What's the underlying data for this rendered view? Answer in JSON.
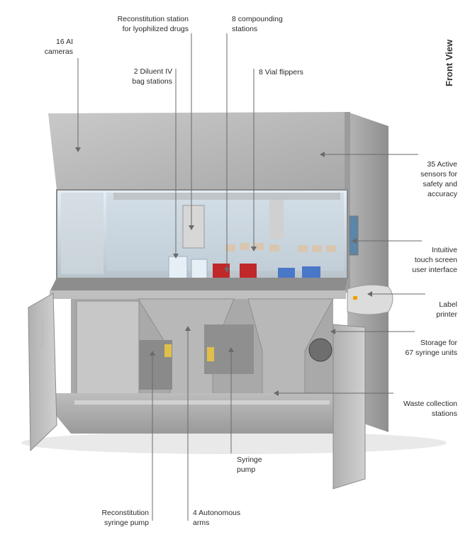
{
  "title": "Front View",
  "callouts": {
    "ai_cameras": [
      "16 AI",
      "cameras"
    ],
    "reconstitution_station": [
      "Reconstitution station",
      "for lyophilized drugs"
    ],
    "compounding_stations": [
      "8 compounding",
      "stations"
    ],
    "diluent_bag": [
      "2 Diluent IV",
      "bag stations"
    ],
    "vial_flippers": [
      "8 Vial flippers"
    ],
    "active_sensors": [
      "35 Active",
      "sensors for",
      "safety and",
      "accuracy"
    ],
    "touch_screen": [
      "Intuitive",
      "touch screen",
      "user interface"
    ],
    "label_printer": [
      "Label",
      "printer"
    ],
    "storage": [
      "Storage for",
      "67 syringe units"
    ],
    "waste": [
      "Waste collection",
      "stations"
    ],
    "syringe_pump": [
      "Syringe",
      "pump"
    ],
    "recon_pump": [
      "Reconstitution",
      "syringe pump"
    ],
    "autonomous_arms": [
      "4 Autonomous",
      "arms"
    ]
  },
  "colors": {
    "steel_light": "#c8c8c8",
    "steel_mid": "#a9a9a9",
    "steel_dark": "#7c7c7c",
    "red_bag": "#c0282a",
    "blue_bag": "#4a78c8",
    "glass": "#dfe8ef"
  }
}
